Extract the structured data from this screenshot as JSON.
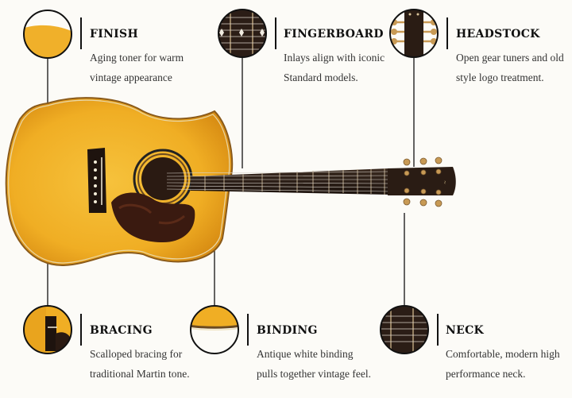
{
  "features": {
    "finish": {
      "title": "FINISH",
      "desc_line1": "Aging toner for warm",
      "desc_line2": "vintage appearance"
    },
    "fingerboard": {
      "title": "FINGERBOARD",
      "desc_line1": "Inlays align with iconic",
      "desc_line2": "Standard models."
    },
    "headstock": {
      "title": "HEADSTOCK",
      "desc_line1": "Open gear tuners and old",
      "desc_line2": "style logo treatment."
    },
    "bracing": {
      "title": "BRACING",
      "desc_line1": "Scalloped bracing for",
      "desc_line2": "traditional Martin tone."
    },
    "binding": {
      "title": "BINDING",
      "desc_line1": "Antique white binding",
      "desc_line2": "pulls together vintage feel."
    },
    "neck": {
      "title": "NECK",
      "desc_line1": "Comfortable, modern high",
      "desc_line2": "performance neck."
    }
  },
  "colors": {
    "background": "#fcfbf7",
    "top": "#f2b42a",
    "fingerboard": "#2b1d16",
    "pickguard": "#3a1a10",
    "line": "#111111"
  }
}
